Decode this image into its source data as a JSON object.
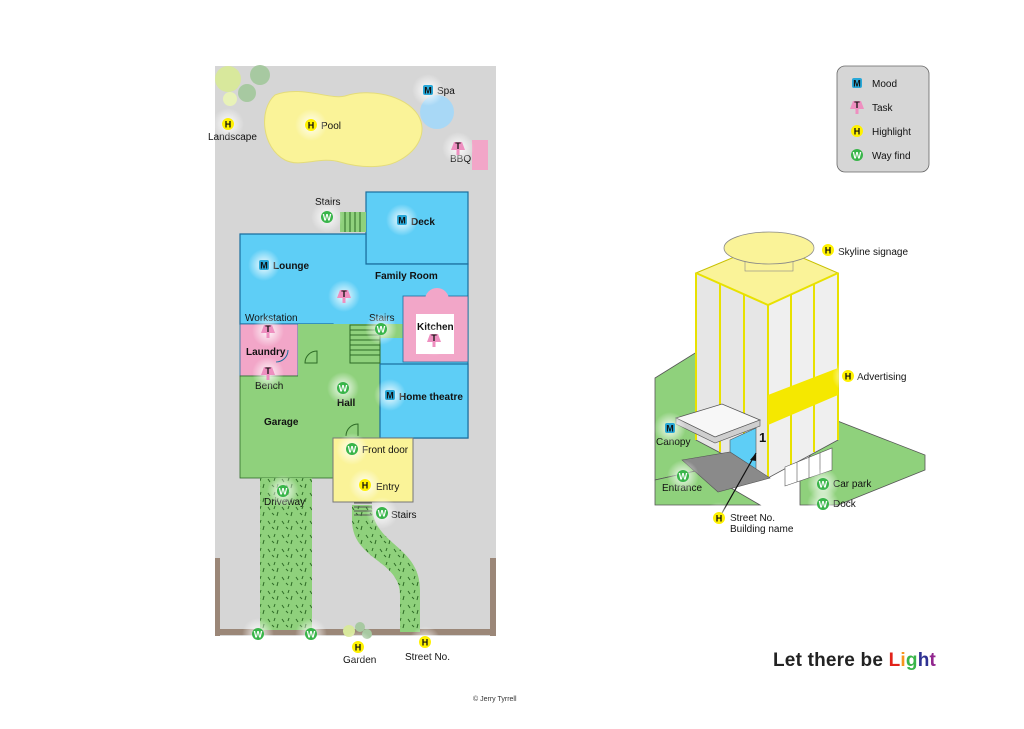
{
  "legend": {
    "items": [
      {
        "letter": "M",
        "label": "Mood",
        "color": "#29a8d8",
        "shape": "square-badge"
      },
      {
        "letter": "T",
        "label": "Task",
        "color": "#ee8fc0",
        "shape": "lamp-badge"
      },
      {
        "letter": "H",
        "label": "Highlight",
        "color": "#fff200",
        "shape": "circle-badge"
      },
      {
        "letter": "W",
        "label": "Way find",
        "color": "#39b54a",
        "shape": "circle-badge"
      }
    ]
  },
  "house": {
    "rooms": {
      "deck": "Deck",
      "lounge": "Lounge",
      "family_room": "Family Room",
      "kitchen": "Kitchen",
      "laundry": "Laundry",
      "garage": "Garage",
      "hall": "Hall",
      "home_theatre": "Home theatre",
      "entry": "Entry",
      "front_door": "Front door"
    },
    "labels": {
      "pool": "Pool",
      "spa": "Spa",
      "bbq": "BBQ",
      "landscape": "Landscape",
      "stairs_deck": "Stairs",
      "workstation": "Workstation",
      "stairs_inner": "Stairs",
      "bench": "Bench",
      "driveway": "Driveway",
      "stairs_path": "Stairs",
      "garden": "Garden",
      "street_no": "Street No."
    }
  },
  "building": {
    "labels": {
      "skyline_signage": "Skyline signage",
      "advertising": "Advertising",
      "canopy": "Canopy",
      "entrance": "Entrance",
      "street_no": "Street No.",
      "building_name": "Building name",
      "car_park": "Car park",
      "dock": "Dock",
      "door_number": "1"
    }
  },
  "footer": {
    "credit": "© Jerry Tyrrell",
    "brand_prefix": "Let there be ",
    "brand_letters": [
      "L",
      "i",
      "g",
      "h",
      "t"
    ],
    "brand_colors": [
      "#e2231a",
      "#f7941d",
      "#39b54a",
      "#2e3192",
      "#92278f"
    ]
  }
}
